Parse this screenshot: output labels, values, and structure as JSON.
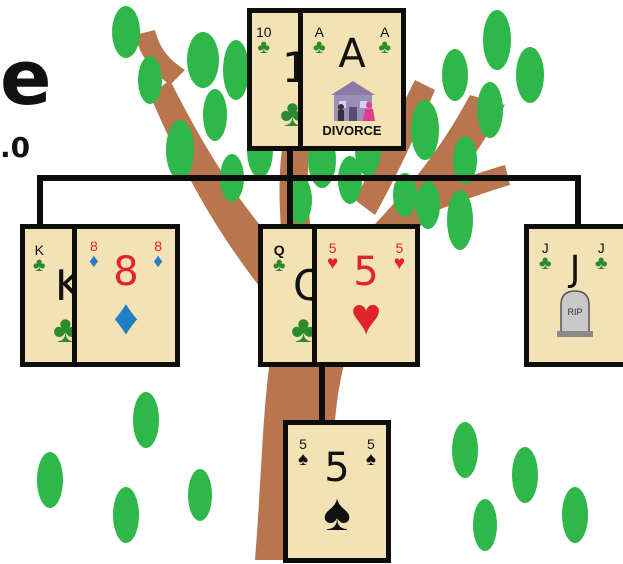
{
  "title": {
    "fragment": "e",
    "version": ".0"
  },
  "colors": {
    "card": "#f3e2b3",
    "border": "#0d0d0d",
    "trunk": "#b8754e",
    "leaf": "#2eb84a",
    "red": "#e0252a",
    "club": "#2b8a2b",
    "diamond": "#1e7fc4"
  },
  "cards": {
    "ten_clubs": {
      "rank": "10",
      "suit": "♣",
      "big": "1("
    },
    "ace_clubs": {
      "rank": "A",
      "suit": "♣",
      "big": "A",
      "caption": "DIVORCE",
      "icon": "house-family-icon"
    },
    "king_clubs": {
      "rank": "K",
      "suit": "♣",
      "big": "K"
    },
    "eight_diamonds": {
      "rank": "8",
      "suit": "♦",
      "big": "8"
    },
    "queen_clubs": {
      "rank": "Q",
      "suit": "♣",
      "big": "Q"
    },
    "five_hearts": {
      "rank": "5",
      "suit": "♥",
      "big": "5"
    },
    "jack_clubs": {
      "rank": "J",
      "suit": "♣",
      "big": "J",
      "icon": "tombstone-icon",
      "tomb_text": "RIP"
    },
    "five_spades": {
      "rank": "5",
      "suit": "♠",
      "big": "5"
    }
  }
}
